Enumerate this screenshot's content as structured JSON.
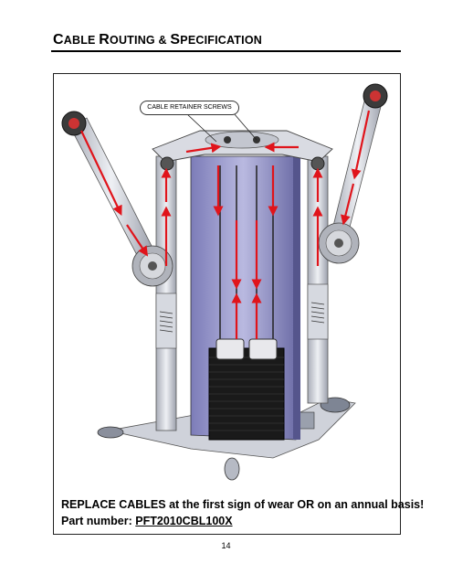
{
  "header": {
    "title_parts": [
      {
        "text": "C",
        "size": "big"
      },
      {
        "text": "ABLE ",
        "size": "sc"
      },
      {
        "text": "R",
        "size": "big"
      },
      {
        "text": "OUTING & ",
        "size": "sc"
      },
      {
        "text": "S",
        "size": "big"
      },
      {
        "text": "PECIFICATION",
        "size": "sc"
      }
    ]
  },
  "figure": {
    "callout_label": "CABLE RETAINER SCREWS"
  },
  "notes": {
    "replace_text": "REPLACE CABLES at the first sign of wear OR on an annual basis!",
    "part_label": "Part number: ",
    "part_number": "PFT2010CBL100X"
  },
  "footer": {
    "page_number": "14"
  },
  "colors": {
    "arrow": "#e0141b",
    "frame_steel": "#c9ccd4",
    "weight_stack": "#1a1a1a",
    "back_panel": "#8f8fc7"
  }
}
